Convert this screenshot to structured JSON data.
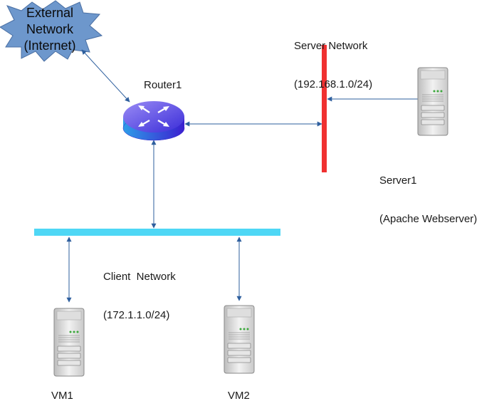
{
  "external": {
    "line1": "External",
    "line2": "Network",
    "line3": "(Internet)"
  },
  "router": {
    "label": "Router1"
  },
  "server_network": {
    "line1": "Server Network",
    "line2": "(192.168.1.0/24)"
  },
  "server": {
    "line1": "Server1",
    "line2": "(Apache Webserver)"
  },
  "client_network": {
    "line1": "Client  Network",
    "line2": "(172.1.1.0/24)"
  },
  "vm1": {
    "label": "VM1"
  },
  "vm2": {
    "label": "VM2"
  },
  "colors": {
    "cloud": "#6d97cc",
    "server_network_bar": "#f03030",
    "client_network_bar": "#4fd7f5",
    "connector": "#2e5f9e"
  }
}
